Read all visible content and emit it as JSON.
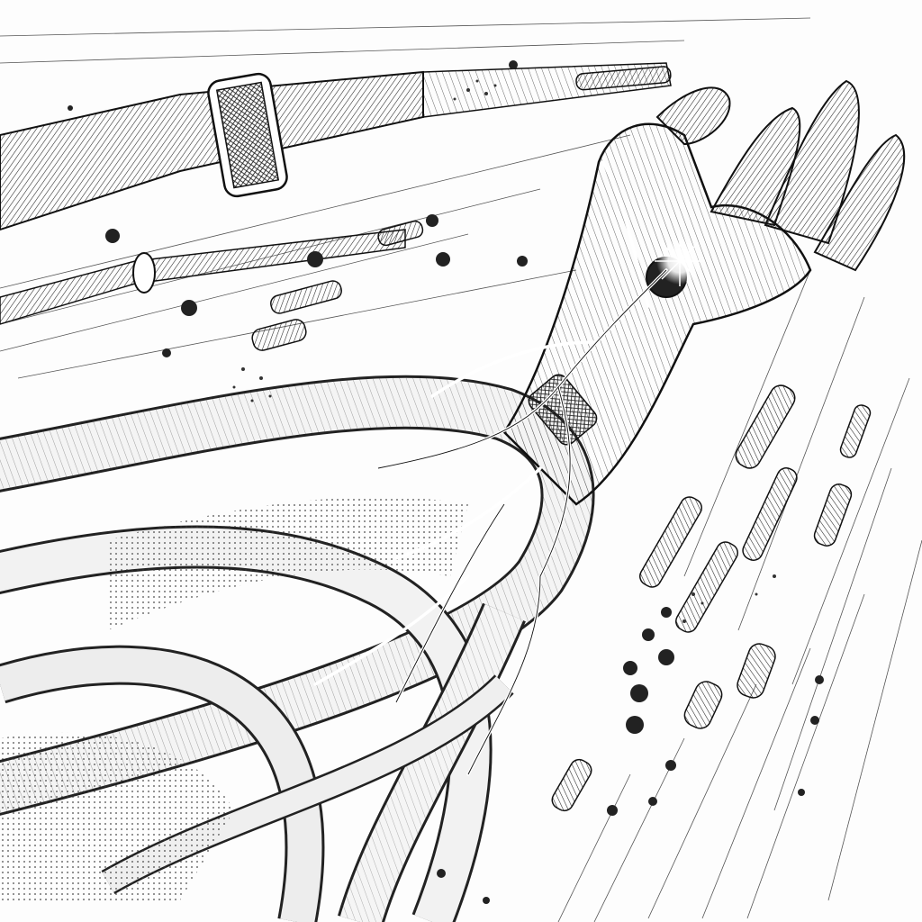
{
  "image": {
    "style": "pen-and-ink crosshatched sketch",
    "palette": {
      "ink": "#1a1a1a",
      "paper": "#fdfdfd",
      "mid_gray": "#8a8a8a",
      "light_gray": "#d6d6d6"
    },
    "subjects": [
      "outstretched-hand",
      "branching-nerves",
      "tube-bundle",
      "horizontal-rod-cylinder",
      "flying-capsules",
      "spark-light",
      "speed-lines"
    ]
  }
}
